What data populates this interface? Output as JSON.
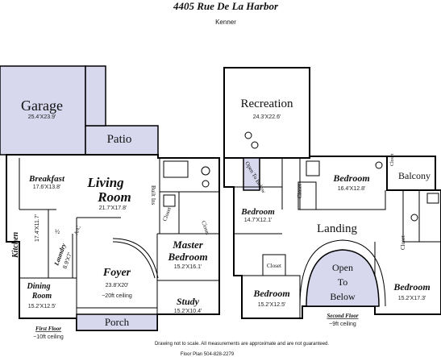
{
  "header": {
    "address": "4405 Rue De La Harbor",
    "city": "Kenner"
  },
  "first_floor": {
    "title": "First Floor",
    "ceiling": "~10ft ceiling",
    "rooms": {
      "garage": {
        "name": "Garage",
        "dims": "25.4'X23.9'"
      },
      "patio": {
        "name": "Patio"
      },
      "breakfast": {
        "name": "Breakfast",
        "dims": "17.6'X13.8'"
      },
      "living": {
        "name1": "Living",
        "name2": "Room",
        "dims": "21.7'X17.8'"
      },
      "kitchen": {
        "name": "Kitchen",
        "dims": "17.4'X11.7'"
      },
      "laundry": {
        "name": "Laundry",
        "dims": "8.9'X7'"
      },
      "foyer": {
        "name": "Foyer",
        "dims": "23.8'X20'",
        "note": "~20ft ceiling"
      },
      "master": {
        "name1": "Master",
        "name2": "Bedroom",
        "dims": "15.2'X16.1'"
      },
      "dining": {
        "name1": "Dining",
        "name2": "Room",
        "dims": "15.2'X12.5'"
      },
      "study": {
        "name": "Study",
        "dims": "15.2'X10.4'"
      },
      "porch": {
        "name": "Porch"
      },
      "builtins": "Built Ins",
      "closet1": "Closet",
      "closet2": "Closet",
      "ac": "A/C",
      "half": "½"
    }
  },
  "second_floor": {
    "title": "Second Floor",
    "ceiling": "~9ft ceiling",
    "rooms": {
      "recreation": {
        "name": "Recreation",
        "dims": "24.3'X22.6'"
      },
      "open_below_small": "Open To Below",
      "bedroom1": {
        "name": "Bedroom",
        "dims": "16.4'X12.8'"
      },
      "balcony": {
        "name": "Balcony"
      },
      "bedroom2": {
        "name": "Bedroom",
        "dims": "14.7'X12.1'"
      },
      "landing": {
        "name": "Landing"
      },
      "open_below": {
        "l1": "Open",
        "l2": "To",
        "l3": "Below"
      },
      "bedroom3": {
        "name": "Bedroom",
        "dims": "15.2'X12.5'"
      },
      "bedroom4": {
        "name": "Bedroom",
        "dims": "15.2'X17.3'"
      },
      "closet_a": "Closet",
      "closet_b": "Closet",
      "closet_c": "Closet",
      "closet_d": "Closet"
    }
  },
  "footer": {
    "disclaimer": "Drawing not to scale. All measurements are approximate and are not guaranteed.",
    "credit": "Floor Plan 504-828-2279"
  },
  "colors": {
    "accent_fill": "#d7d7ee",
    "wall": "#000000"
  }
}
